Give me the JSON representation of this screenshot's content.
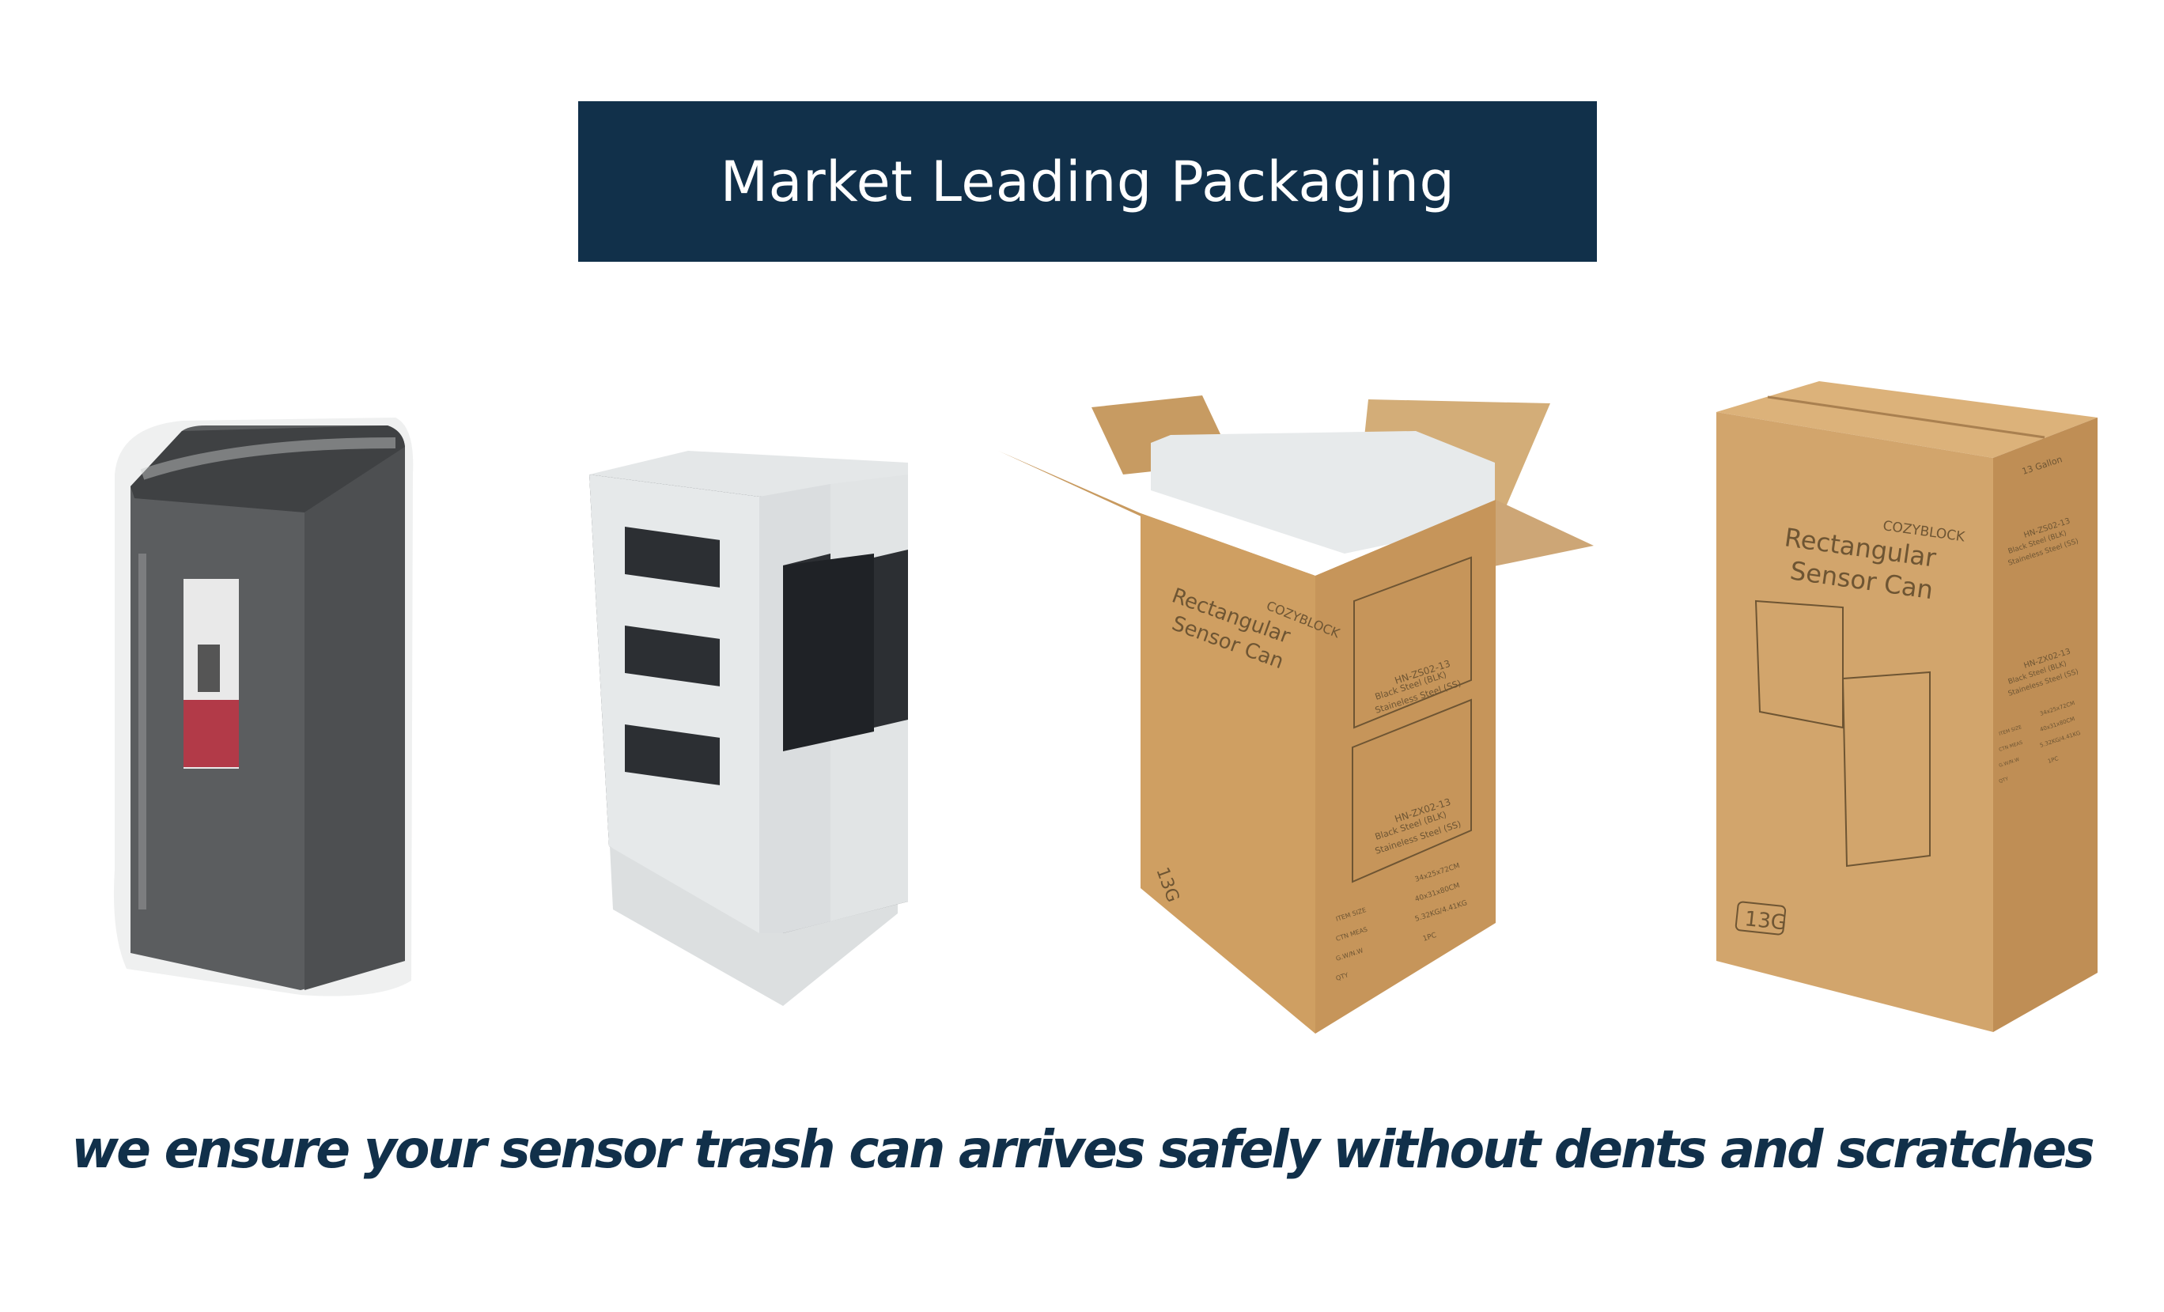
{
  "header": {
    "title": "Market Leading Packaging"
  },
  "tagline": "we ensure your sensor trash can arrives safely without dents and scratches",
  "colors": {
    "banner": "#11304a",
    "text": "#11304a",
    "cardboard": "#d0a46b",
    "foam": "#e6e9ea",
    "can": "#5a5c5e"
  },
  "box": {
    "brand": "COZYBLOCK",
    "product_line1": "Rectangular",
    "product_line2": "Sensor Can",
    "size_badge": "13G",
    "capacity": "13 Gallon",
    "models": [
      {
        "model": "HN-ZS02-13",
        "option1": "Black Steel (BLK)",
        "option2": "Staineless Steel (SS)"
      },
      {
        "model": "HN-ZX02-13",
        "option1": "Black Steel (BLK)",
        "option2": "Staineless Steel (SS)"
      }
    ],
    "specs": [
      {
        "label": "ITEM SIZE",
        "value": "34x25x72CM"
      },
      {
        "label": "CTN MEAS",
        "value": "40x31x80CM"
      },
      {
        "label": "G.W/N.W",
        "value": "5.32KG/4.41KG"
      },
      {
        "label": "QTY",
        "value": "1PC"
      }
    ]
  }
}
